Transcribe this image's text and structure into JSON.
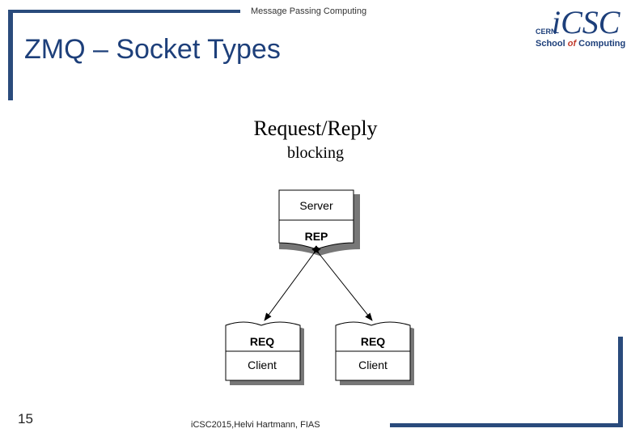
{
  "header": {
    "course_title": "Message Passing Computing",
    "slide_title": "ZMQ – Socket Types"
  },
  "logo": {
    "main": "iCSC",
    "line1": "CERN",
    "line2_a": "School ",
    "line2_of": "of",
    "line2_b": " Computing"
  },
  "content": {
    "pattern": "Request/Reply",
    "mode": "blocking"
  },
  "diagram": {
    "server": {
      "name": "Server",
      "socket": "REP"
    },
    "clients": [
      {
        "socket": "REQ",
        "name": "Client"
      },
      {
        "socket": "REQ",
        "name": "Client"
      }
    ]
  },
  "footer": {
    "slide_number": "15",
    "credit": "iCSC2015,Helvi Hartmann, FIAS"
  },
  "colors": {
    "accent": "#2a4b7c",
    "title": "#1d3f7a",
    "logo_red": "#c0392b"
  }
}
